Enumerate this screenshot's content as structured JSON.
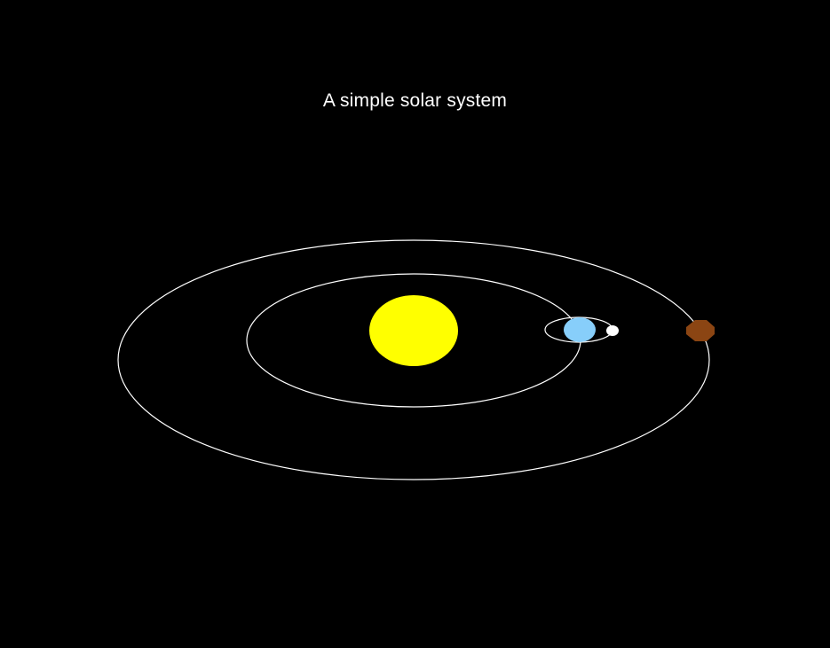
{
  "title": "A simple solar system",
  "colors": {
    "background": "#000000",
    "orbit": "#ffffff",
    "sun": "#ffff00",
    "earth": "#87cefa",
    "moon": "#ffffff",
    "mars": "#8b4513"
  },
  "bodies": [
    {
      "name": "sun"
    },
    {
      "name": "earth"
    },
    {
      "name": "moon"
    },
    {
      "name": "mars"
    }
  ]
}
